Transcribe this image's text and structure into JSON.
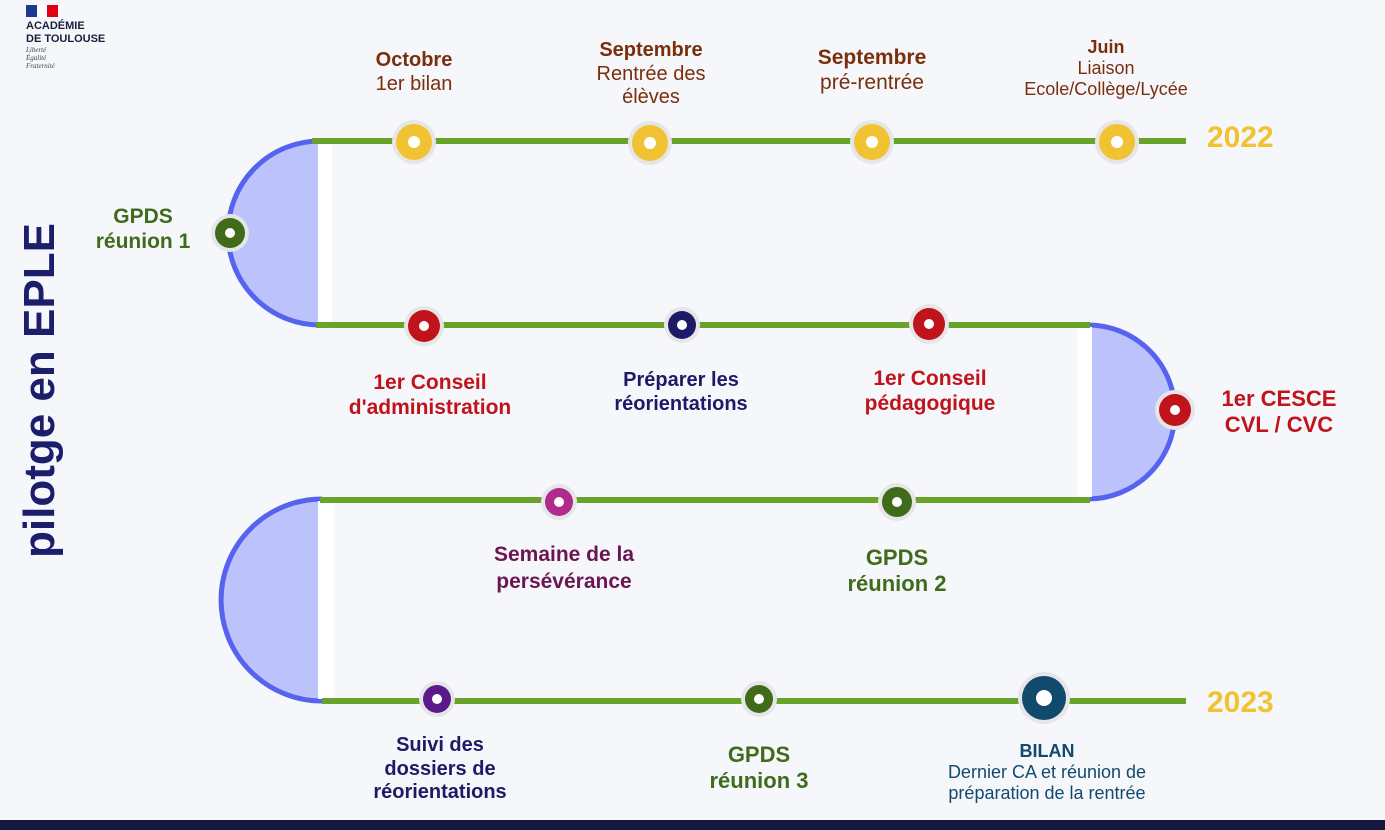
{
  "logo": {
    "name": "ACADÉMIE",
    "region": "DE TOULOUSE",
    "motto": [
      "Liberté",
      "Égalité",
      "Fraternité"
    ]
  },
  "side_title": "pilotge en EPLE",
  "years": {
    "start": "2022",
    "end": "2023"
  },
  "colors": {
    "track": "#6aa329",
    "curve": "#5563ee",
    "curve_fill": "#bcc2fb",
    "yellow": "#f1c232",
    "green": "#3f6b1b",
    "red": "#c0131b",
    "navy": "#1d1a66",
    "purple": "#5a1a8c",
    "magenta": "#b02b8c",
    "teal": "#124a6e"
  },
  "milestones": {
    "octobre": {
      "month": "Octobre",
      "text": "1er bilan"
    },
    "sept_eleves": {
      "month": "Septembre",
      "text1": "Rentrée  des",
      "text2": "élèves"
    },
    "sept_prerentree": {
      "month": "Septembre",
      "text": "pré-rentrée"
    },
    "juin": {
      "month": "Juin",
      "text1": "Liaison",
      "text2": "Ecole/Collège/Lycée"
    },
    "gpds1": {
      "line1": "GPDS",
      "line2": "réunion 1"
    },
    "ca": {
      "line1": "1er Conseil",
      "line2": "d'administration"
    },
    "reorient": {
      "line1": "Préparer les",
      "line2": "réorientations"
    },
    "cp": {
      "line1": "1er Conseil",
      "line2": "pédagogique"
    },
    "cesce": {
      "line1": "1er CESCE",
      "line2": "CVL / CVC"
    },
    "perseverance": {
      "line1": "Semaine de la",
      "line2": "persévérance"
    },
    "gpds2": {
      "line1": "GPDS",
      "line2": "réunion 2"
    },
    "suivi": {
      "line1": "Suivi des",
      "line2": "dossiers de",
      "line3": "réorientations"
    },
    "gpds3": {
      "line1": "GPDS",
      "line2": "réunion 3"
    },
    "bilan": {
      "title": "BILAN",
      "line1": "Dernier CA et réunion de",
      "line2": "préparation de la rentrée"
    }
  }
}
